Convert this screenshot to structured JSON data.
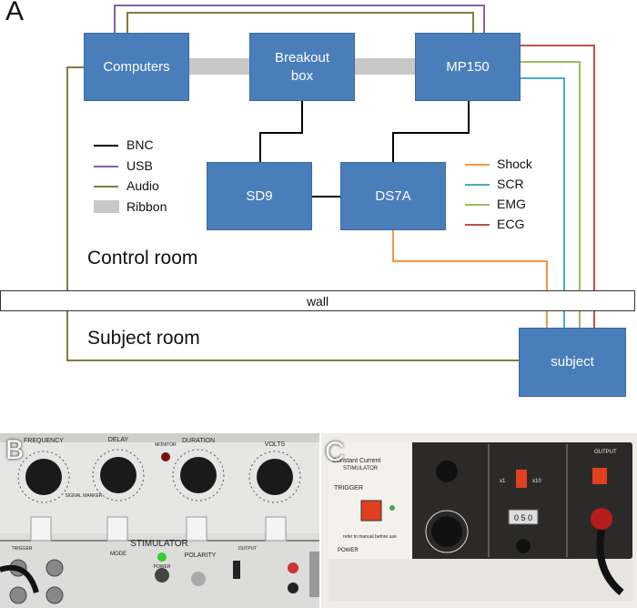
{
  "panel_a": {
    "letter": "A",
    "boxes": {
      "computers": "Computers",
      "breakout": "Breakout box",
      "mp150": "MP150",
      "sd9": "SD9",
      "ds7a": "DS7A",
      "subject": "subject"
    },
    "control_room": "Control room",
    "subject_room": "Subject room",
    "wall": "wall",
    "legend_left": [
      {
        "label": "BNC",
        "color": "#000000"
      },
      {
        "label": "USB",
        "color": "#8064a2"
      },
      {
        "label": "Audio",
        "color": "#7f7f3f"
      },
      {
        "label": "Ribbon",
        "color": "#c0c0c0"
      }
    ],
    "legend_right": [
      {
        "label": "Shock",
        "color": "#f79646"
      },
      {
        "label": "SCR",
        "color": "#4bacc6"
      },
      {
        "label": "EMG",
        "color": "#9bbb59"
      },
      {
        "label": "ECG",
        "color": "#c0504d"
      }
    ]
  },
  "panel_b": {
    "letter": "B",
    "labels": {
      "frequency": "FREQUENCY",
      "delay": "DELAY",
      "duration": "DURATION",
      "volts": "VOLTS",
      "monitor": "MONITOR",
      "signal_marker": "SIGNAL MARKER",
      "stimulator": "STIMULATOR",
      "mode": "MODE",
      "polarity": "POLARITY",
      "output": "OUTPUT",
      "power": "POWER",
      "trigger": "TRIGGER"
    }
  },
  "panel_c": {
    "letter": "C",
    "labels": {
      "title_line1": "Constant Current",
      "title_line2": "STIMULATOR",
      "trigger": "TRIGGER",
      "refer": "refer to manual before use",
      "power": "POWER",
      "output": "OUTPUT",
      "x1": "x1",
      "x10": "x10",
      "counter": "0 5 0"
    }
  }
}
